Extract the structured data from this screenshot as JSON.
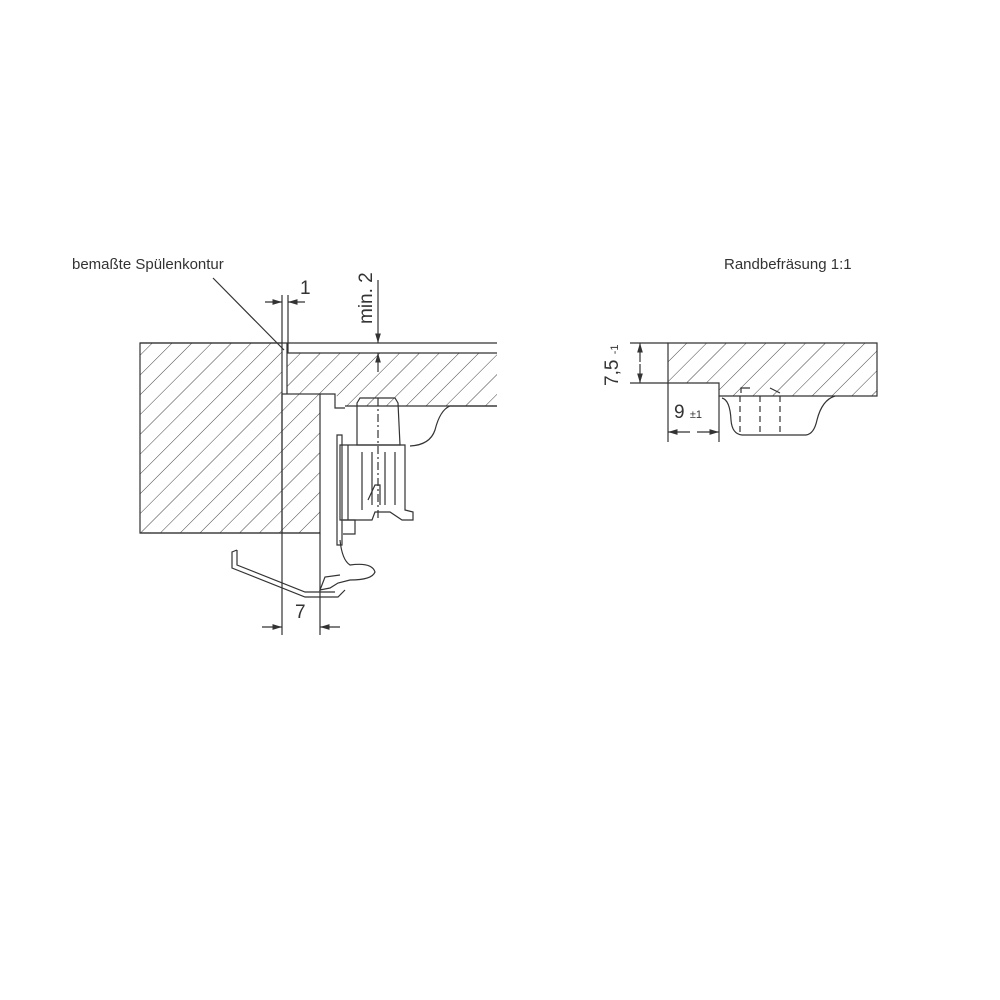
{
  "left_view": {
    "label": "bemaßte Spülenkontur",
    "dim_gap": "1",
    "dim_min": "min. 2",
    "dim_width": "7"
  },
  "right_view": {
    "title": "Randbefräsung 1:1",
    "dim_depth": "7,5",
    "dim_depth_tol": "-1",
    "dim_width": "9",
    "dim_width_tol": "±1"
  },
  "colors": {
    "line": "#333333",
    "background": "#ffffff"
  }
}
